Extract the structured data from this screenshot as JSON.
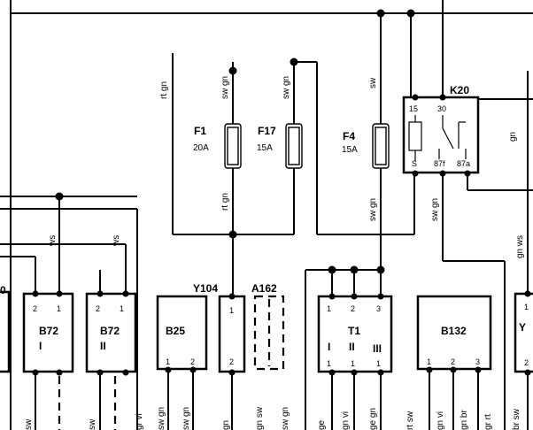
{
  "components": {
    "b72_1": {
      "name": "B72",
      "roman": "I",
      "pins": [
        "2",
        "1"
      ]
    },
    "b72_2": {
      "name": "B72",
      "roman": "II",
      "pins": [
        "2",
        "1"
      ]
    },
    "b25": {
      "name": "B25",
      "pins": [
        "1",
        "2"
      ]
    },
    "y104": {
      "name": "Y104",
      "pins": [
        "1",
        "2"
      ]
    },
    "a162": {
      "name": "A162"
    },
    "t1": {
      "name": "T1",
      "pins_top": [
        "1",
        "2",
        "3"
      ],
      "roman": [
        "I",
        "II",
        "III"
      ],
      "pins_bottom": [
        "1",
        "1",
        "1"
      ]
    },
    "b132": {
      "name": "B132",
      "pins": [
        "1",
        "2",
        "3"
      ]
    },
    "k20": {
      "name": "K20",
      "pins": [
        "15",
        "30",
        "S",
        "87f",
        "87a"
      ]
    },
    "left_partial": {
      "name": "0"
    },
    "right_partial": {
      "name": "Y",
      "pins": [
        "1",
        "2"
      ]
    }
  },
  "fuses": [
    {
      "name": "F1",
      "rating": "20A"
    },
    {
      "name": "F17",
      "rating": "15A"
    },
    {
      "name": "F4",
      "rating": "15A"
    }
  ],
  "wire_labels": {
    "rt_gn_top": "rt gn",
    "sw_gn_f1": "sw gn",
    "sw_gn_f17": "sw gn",
    "sw_f4": "sw",
    "gn_k20": "gn",
    "rt_gn_mid": "rt gn",
    "sw_gn_f4_below": "sw gn",
    "sw_gn_k20_below": "sw gn",
    "gn_ws": "gn ws",
    "ws_1": "ws",
    "ws_2": "ws",
    "bottom": [
      "sw",
      "sw",
      "gr vi",
      "sw gn",
      "sw gn",
      "gn",
      "gn sw",
      "sw gn",
      "ge",
      "gn vi",
      "ge gn",
      "rt sw",
      "gn vi",
      "gn br",
      "gr rt",
      "br sw"
    ]
  }
}
